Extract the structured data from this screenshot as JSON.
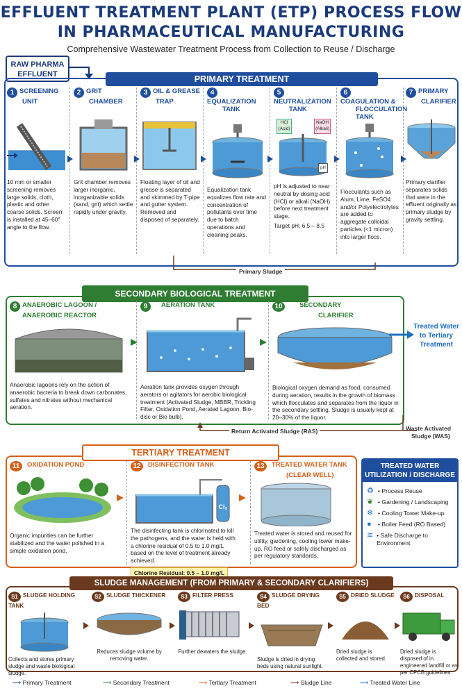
{
  "title": {
    "line1": "EFFLUENT TREATMENT PLANT (ETP) PROCESS FLOW",
    "line2": "IN PHARMACEUTICAL MANUFACTURING",
    "subtitle": "Comprehensive Wastewater Treatment Process from Collection to Reuse / Discharge"
  },
  "raw": {
    "label_line1": "RAW PHARMA",
    "label_line2": "EFFLUENT"
  },
  "primary": {
    "banner": "PRIMARY TREATMENT",
    "sludge_label": "Primary Sludge",
    "color": "#1f4e9e",
    "steps": [
      {
        "num": "1",
        "name_l1": "SCREENING",
        "name_l2": "UNIT",
        "desc": "10 mm or smaller screening removes large solids, cloth, plastic and other coarse solids. Screen is installed at 45–60° angle to the flow."
      },
      {
        "num": "2",
        "name_l1": "GRIT",
        "name_l2": "CHAMBER",
        "desc": "Grit chamber removes larger inorganic, inorganizable solids (sand, grit) which settle rapidly under gravity."
      },
      {
        "num": "3",
        "name_l1": "OIL & GREASE",
        "name_l2": "TRAP",
        "desc": "Floating layer of oil and grease is separated and skimmed by T-pipe and gutter system. Removed and disposed of separately."
      },
      {
        "num": "4",
        "name_l1": "EQUALIZATION",
        "name_l2": "TANK",
        "desc": "Equalization tank equalizes flow rate and concentration of pollutants over time due to batch operations and cleaning peaks."
      },
      {
        "num": "5",
        "name_l1": "NEUTRALIZATION",
        "name_l2": "TANK",
        "desc": "pH is adjusted to near neutral by dosing acid (HCl) or alkali (NaOH) before next treatment stage.",
        "target": "Target pH: 6.5 – 8.5",
        "hcl": "HCl",
        "hcl_sub": "(Acid)",
        "naoh": "NaOH",
        "naoh_sub": "(Alkali)",
        "ph": "pH"
      },
      {
        "num": "6",
        "name_l1": "COAGULATION &",
        "name_l2": "FLOCCULATION",
        "name_l3": "TANK",
        "desc": "Flocculants such as Alum, Lime, FeSO4 and/or Polyelectrolytes are added to aggregate colloidal particles (<1 micron) into larger flocs."
      },
      {
        "num": "7",
        "name_l1": "PRIMARY",
        "name_l2": "CLARIFIER",
        "desc": "Primary clarifier separates solids that were in the effluent originally as primary sludge by gravity settling."
      }
    ]
  },
  "secondary": {
    "banner": "SECONDARY BIOLOGICAL TREATMENT",
    "color": "#2e7d32",
    "out_label_l1": "Treated Water",
    "out_label_l2": "to Tertiary",
    "out_label_l3": "Treatment",
    "ras": "Return Activated Sludge (RAS)",
    "was_l1": "Waste Activated",
    "was_l2": "Sludge (WAS)",
    "steps": [
      {
        "num": "8",
        "name_l1": "ANAEROBIC LAGOON /",
        "name_l2": "ANAEROBIC REACTOR",
        "desc": "Anaerobic lagoons rely on the action of anaerobic bacteria to break down carbonates, sulfates and nitrates without mechanical aeration."
      },
      {
        "num": "9",
        "name_l1": "AERATION TANK",
        "desc": "Aeration tank provides oxygen through aerators or agitators for aerobic biological treatment (Activated Sludge, MBBR, Trickling Filter, Oxidation Pond, Aerated Lagoon, Bio-disc or Bio bulb)."
      },
      {
        "num": "10",
        "name_l1": "SECONDARY",
        "name_l2": "CLARIFIER",
        "desc": "Biological oxygen demand as food, consumed during aeration, results in the growth of biomass which flocculates and separates from the liquor in the secondary settling. Sludge is usually kept at 20–30% of the liquor."
      }
    ]
  },
  "tertiary": {
    "banner": "TERTIARY TREATMENT",
    "color": "#d4601a",
    "chlorine": "Chlorine Residual: 0.5 – 1.0 mg/L",
    "cl2": "Cl₂",
    "steps": [
      {
        "num": "11",
        "name_l1": "OXIDATION POND",
        "desc": "Organic impurities can be further stabilized and the water polished in a simple oxidation pond."
      },
      {
        "num": "12",
        "name_l1": "DISINFECTION TANK",
        "desc": "The disinfecting tank is chlorinated to kill the pathogens, and the water is held with a chlorine residual of 0.5 to 1.0 mg/L based on the level of treatment already achieved."
      },
      {
        "num": "13",
        "name_l1": "TREATED WATER TANK",
        "name_l2": "(CLEAR WELL)",
        "desc": "Treated water is stored and reused for utility, gardening, cooling tower make-up, RO feed or safely discharged as per regulatory standards."
      }
    ]
  },
  "utilization": {
    "title_l1": "TREATED WATER",
    "title_l2": "UTILIZATION / DISCHARGE",
    "items": [
      {
        "icon": "recycle-icon",
        "text": "• Process Reuse"
      },
      {
        "icon": "leaf-icon",
        "text": "• Gardening / Landscaping"
      },
      {
        "icon": "snowflake-icon",
        "text": "• Cooling Tower Make-up"
      },
      {
        "icon": "droplet-icon",
        "text": "• Boiler Feed (RO Based)"
      },
      {
        "icon": "waves-icon",
        "text": "• Safe Discharge to Environment"
      }
    ]
  },
  "sludge": {
    "banner": "SLUDGE MANAGEMENT (FROM PRIMARY & SECONDARY CLARIFIERS)",
    "color": "#6b3a1e",
    "steps": [
      {
        "num": "S1",
        "name": "SLUDGE HOLDING TANK",
        "desc": "Collects and stores primary sludge and waste biological sludge."
      },
      {
        "num": "S2",
        "name": "SLUDGE THICKENER",
        "desc": "Reduces sludge volume by removing water."
      },
      {
        "num": "S3",
        "name": "FILTER PRESS",
        "desc": "Further dewaters the sludge."
      },
      {
        "num": "S4",
        "name": "SLUDGE DRYING BED",
        "desc": "Sludge is dried in drying beds using natural sunlight."
      },
      {
        "num": "S5",
        "name": "DRIED SLUDGE",
        "desc": "Dried sludge is collected and stored."
      },
      {
        "num": "S6",
        "name": "DISPOSAL",
        "desc": "Dried sludge is disposed of in engineered landfill or as per CPCB guidelines."
      }
    ]
  },
  "legend": [
    {
      "label": "Primary Treatment",
      "color": "#1f4e9e"
    },
    {
      "label": "Secondary Treatment",
      "color": "#2e7d32"
    },
    {
      "label": "Tertiary Treatment",
      "color": "#d4601a"
    },
    {
      "label": "Sludge Line",
      "color": "#6b3a1e"
    },
    {
      "label": "Treated Water Line",
      "color": "#1f6fc1"
    }
  ]
}
